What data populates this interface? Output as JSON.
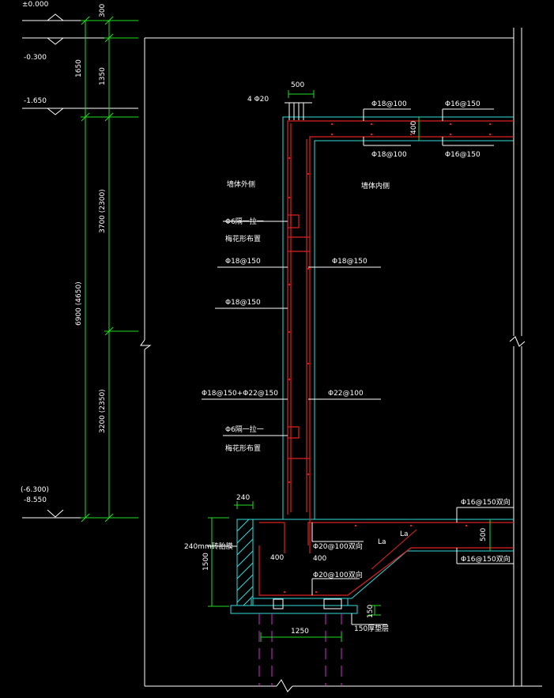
{
  "elevations": {
    "e0": "±0.000",
    "e1": "-0.300",
    "e2": "-1.650",
    "e3a": "(-6.300)",
    "e3b": "-8.550"
  },
  "vertical_dims": {
    "d300": "300",
    "d1650": "1650",
    "d1350": "1350",
    "d3700": "3700 (2300)",
    "d6900": "6900 (4650)",
    "d3200": "3200 (2350)"
  },
  "top": {
    "dim500": "500",
    "bars_4d20": "4 Φ20",
    "top_l": "Φ18@100",
    "top_r": "Φ16@150",
    "bot_l": "Φ18@100",
    "bot_r": "Φ16@150",
    "dim400": "400"
  },
  "wall": {
    "outer_side": "墙体外侧",
    "inner_side": "墙体内侧",
    "tie1a": "Φ6隔一拉一",
    "tie1b": "梅花形布置",
    "bar_ext1": "Φ18@150",
    "bar_int1": "Φ18@150",
    "bar_ext2": "Φ18@150",
    "bar_ext3": "Φ18@150+Φ22@150",
    "bar_int3": "Φ22@100",
    "tie2a": "Φ6隔一拉一",
    "tie2b": "梅花形布置"
  },
  "base": {
    "dim240": "240",
    "brick": "240mm砖胎膜",
    "dim1500": "1500",
    "dim400": "400",
    "bar_a": "Φ20@100双向",
    "dim400b": "400",
    "bar_b": "Φ20@100双向",
    "la1": "La",
    "la2": "La",
    "slab_top": "Φ16@150双向",
    "slab_bot": "Φ16@150双向",
    "dim500": "500",
    "dim150": "150",
    "cushion": "150厚垫层",
    "dim1250": "1250"
  }
}
